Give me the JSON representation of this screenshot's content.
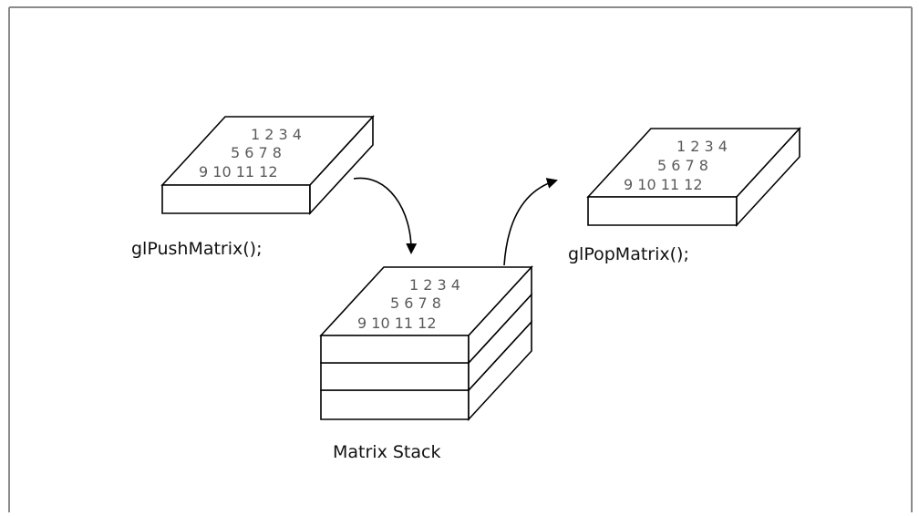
{
  "push_matrix": {
    "rows": [
      "1 2 3 4",
      "5 6 7 8",
      "9 10 11 12"
    ],
    "label": "glPushMatrix();"
  },
  "pop_matrix": {
    "rows": [
      "1 2 3 4",
      "5 6 7 8",
      "9 10 11 12"
    ],
    "label": "glPopMatrix();"
  },
  "stack": {
    "rows": [
      "1 2 3 4",
      "5 6 7 8",
      "9 10 11 12"
    ],
    "label": "Matrix Stack"
  },
  "colors": {
    "frame_border": "#8a8a8a",
    "stroke": "#000000",
    "matrix_text": "#5a5a5a"
  }
}
